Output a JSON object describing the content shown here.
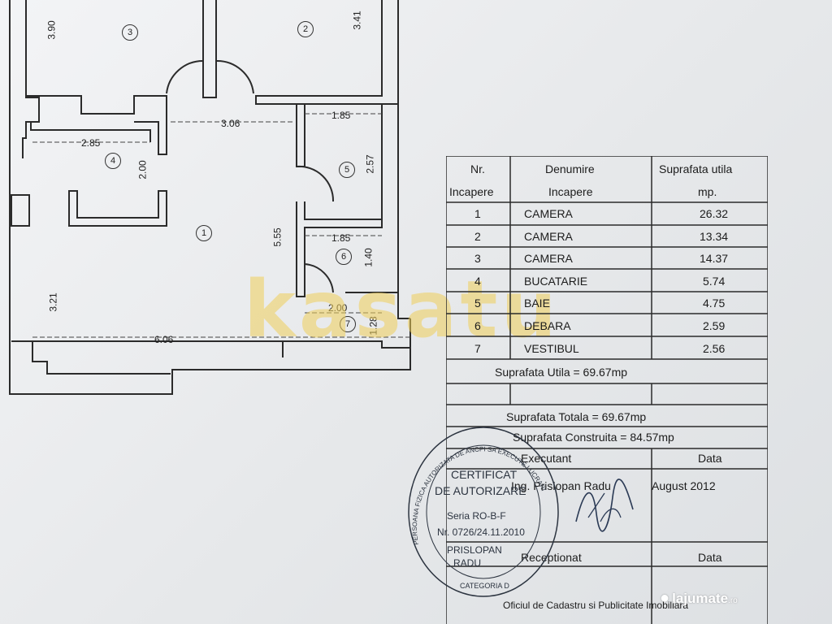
{
  "plan": {
    "dimensions": {
      "d390": "3.90",
      "d341": "3.41",
      "d306": "3.06",
      "d185a": "1.85",
      "d285": "2.85",
      "d200a": "2.00",
      "d257": "2.57",
      "d555": "5.55",
      "d185b": "1.85",
      "d140": "1.40",
      "d321": "3.21",
      "d200b": "2.00",
      "d128": "1.28",
      "d606": "6.06"
    },
    "rooms": [
      "1",
      "2",
      "3",
      "4",
      "5",
      "6",
      "7"
    ]
  },
  "watermark": "kasatu",
  "table": {
    "header": {
      "nr_line1": "Nr.",
      "nr_line2": "Incapere",
      "name_line1": "Denumire",
      "name_line2": "Incapere",
      "area_line1": "Suprafata utila",
      "area_line2": "mp."
    },
    "rows": [
      {
        "nr": "1",
        "name": "CAMERA",
        "area": "26.32"
      },
      {
        "nr": "2",
        "name": "CAMERA",
        "area": "13.34"
      },
      {
        "nr": "3",
        "name": "CAMERA",
        "area": "14.37"
      },
      {
        "nr": "4",
        "name": "BUCATARIE",
        "area": "5.74"
      },
      {
        "nr": "5",
        "name": "BAIE",
        "area": "4.75"
      },
      {
        "nr": "6",
        "name": "DEBARA",
        "area": "2.59"
      },
      {
        "nr": "7",
        "name": "VESTIBUL",
        "area": "2.56"
      }
    ],
    "useful_total": "Suprafata Utila = 69.67mp",
    "total": "Suprafata Totala = 69.67mp",
    "built": "Suprafata Construita = 84.57mp",
    "executant_label": "Executant",
    "date_label": "Data",
    "executant_name": "Ing. Prislopan Radu",
    "date_value": "August 2012",
    "receptionat_label": "Receptionat",
    "date_label2": "Data",
    "office_text": "Oficiul de Cadastru si Publicitate Imobiliara"
  },
  "stamp": {
    "ring_text": "PERSOANA FIZICA AUTORIZATA DE ANCPI SA EXECUTE LUCRARI",
    "line1": "CERTIFICAT",
    "line2": "DE AUTORIZARE",
    "line3": "Seria RO-B-F",
    "line4": "Nr. 0726/24.11.2010",
    "line5": "PRISLOPAN",
    "line6": "RADU",
    "line7": "CATEGORIA D"
  },
  "logo": {
    "name": "lajumate",
    "suffix": ".ro",
    "icon": "lajumate-logo-icon"
  },
  "colors": {
    "watermark": "#f0cf5a",
    "ink": "#1c1c1c",
    "stamp": "#2c3440"
  }
}
